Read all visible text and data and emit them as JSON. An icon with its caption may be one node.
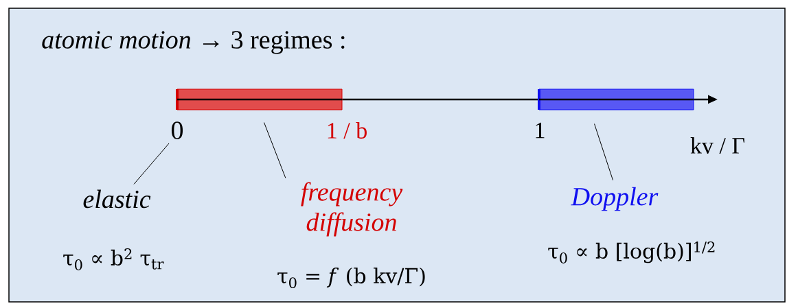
{
  "diagram": {
    "title": "*atomic motion* → 3 regimes :",
    "nodes": [
      {
        "text": [
          "0"
        ]
      },
      {
        "text": [],
        "shape": "bar"
      },
      {
        "text": [],
        "shape": "bar"
      },
      {
        "text": [
          "elastic"
        ]
      },
      {
        "text": [
          "frequency diffusion"
        ]
      },
      {
        "text": [
          "Doppler"
        ]
      }
    ],
    "edges": [
      {
        "from": 3,
        "to": 0,
        "arrow": "none"
      },
      {
        "from": 4,
        "to": 1,
        "arrow": "none"
      },
      {
        "from": 5,
        "to": 2,
        "arrow": "none"
      }
    ],
    "labels": [
      "1 / b",
      "1",
      "kv / Γ",
      "τ$_{0}$ ∝ b$^{2}$ τ$_{tr}$",
      "τ$_{0}$ = *f* (b kv/Γ)",
      "τ$_{0}$ ∝ b [log(b)]$^{1/2}$"
    ]
  }
}
